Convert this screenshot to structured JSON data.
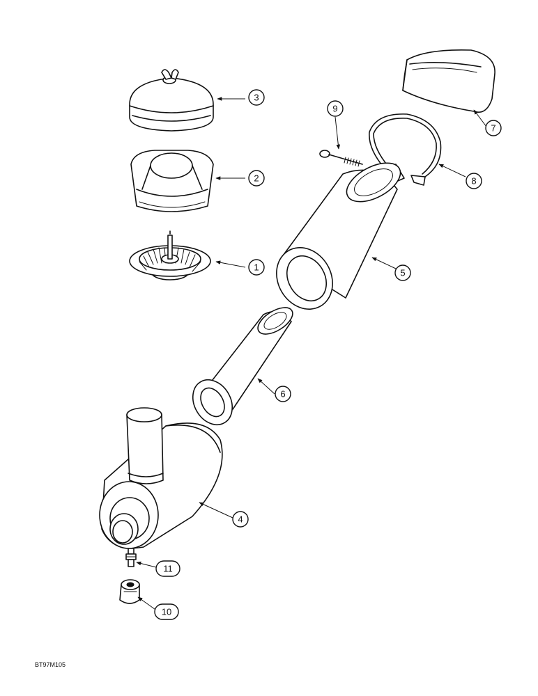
{
  "callouts": {
    "c1": "1",
    "c2": "2",
    "c3": "3",
    "c4": "4",
    "c5": "5",
    "c6": "6",
    "c7": "7",
    "c8": "8",
    "c9": "9",
    "c10": "10",
    "c11": "11"
  },
  "reference_code": "BT97M105"
}
